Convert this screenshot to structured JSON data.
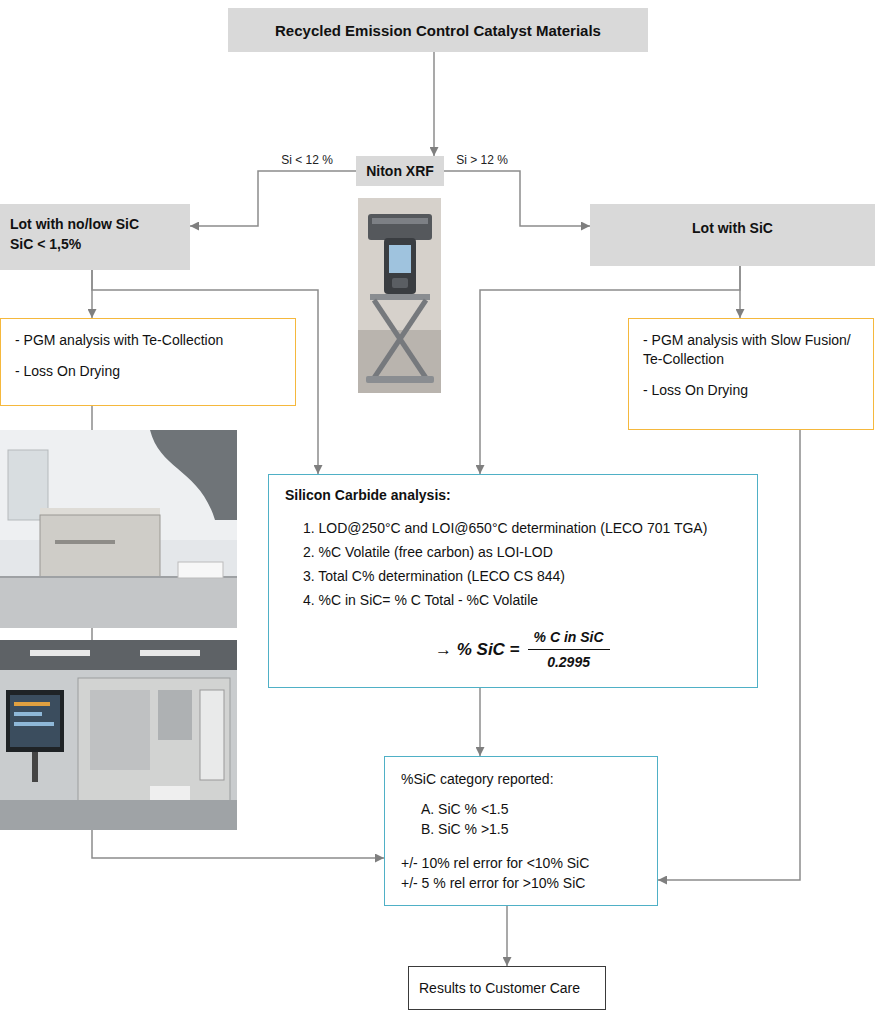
{
  "diagram": {
    "nodes": [
      {
        "text": [
          "Recycled Emission Control Catalyst Materials"
        ]
      },
      {
        "text": [
          "Niton XRF"
        ]
      },
      {
        "text": [
          "Lot with no/low SiC",
          "SiC < 1,5%"
        ]
      },
      {
        "text": [
          "Lot with SiC"
        ]
      },
      {
        "text": [
          "- PGM analysis with Te-Collection",
          "- Loss On Drying"
        ]
      },
      {
        "text": [
          "- PGM analysis with Slow Fusion/ Te-Collection",
          "- Loss On Drying"
        ]
      },
      {
        "text": [
          "Silicon Carbide analysis:",
          "1. LOD@250°C and LOI@650°C determination (LECO 701 TGA)",
          "2. %C Volatile (free carbon) as LOI-LOD",
          "3. Total C% determination (LECO CS 844)",
          "4. %C in SiC= % C Total - %C Volatile",
          "→ % SiC =",
          "% C in SiC",
          "0.2995"
        ]
      },
      {
        "text": [
          "%SiC category reported:",
          "A. SiC % <1.5",
          "B. SiC % >1.5",
          "+/- 10% rel error for <10% SiC",
          "+/- 5 % rel error for >10% SiC"
        ]
      },
      {
        "text": [
          "Results to Customer Care"
        ]
      }
    ],
    "edges": [
      {
        "from": 0,
        "to": 1,
        "arrow": "to"
      },
      {
        "from": 1,
        "to": 2,
        "label": "Si < 12 %",
        "arrow": "to"
      },
      {
        "from": 1,
        "to": 3,
        "label": "Si > 12 %",
        "arrow": "to"
      },
      {
        "from": 2,
        "to": 4,
        "arrow": "to"
      },
      {
        "from": 2,
        "to": 6,
        "arrow": "to"
      },
      {
        "from": 3,
        "to": 5,
        "arrow": "to"
      },
      {
        "from": 3,
        "to": 6,
        "arrow": "to"
      },
      {
        "from": 4,
        "to": 7,
        "arrow": "to"
      },
      {
        "from": 5,
        "to": 7,
        "arrow": "to"
      },
      {
        "from": 6,
        "to": 7,
        "arrow": "to"
      },
      {
        "from": 7,
        "to": 8,
        "arrow": "to"
      }
    ]
  }
}
